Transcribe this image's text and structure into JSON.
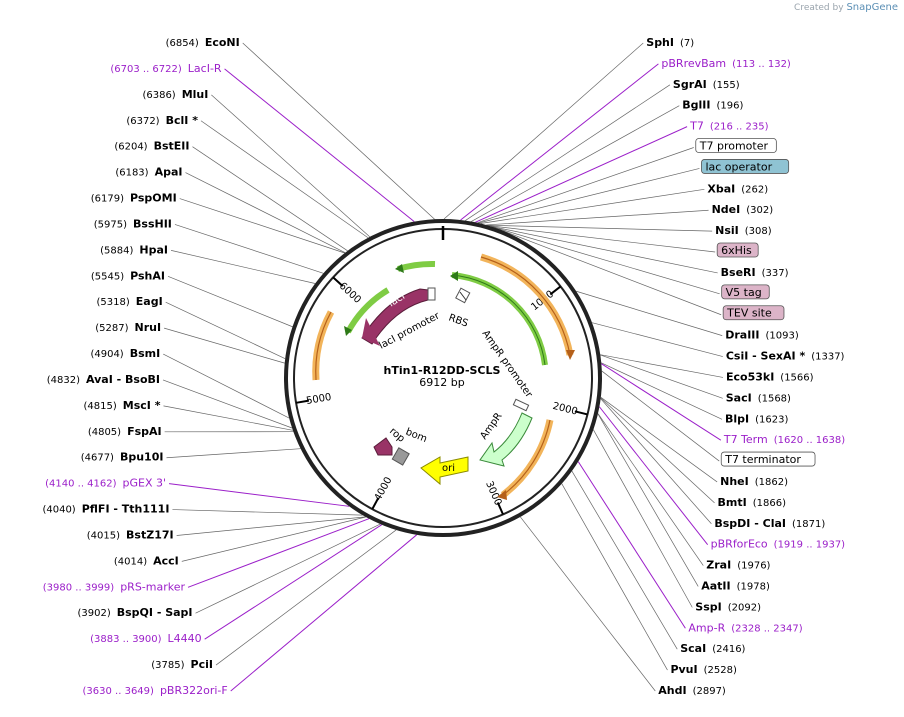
{
  "credit": {
    "prefix": "Created by",
    "brand": "SnapGene"
  },
  "plasmid": {
    "name": "hTin1-R12DD-SCLS",
    "length_label": "6912 bp",
    "length": 6912
  },
  "ticks": [
    {
      "pos": 1000,
      "label": "1000"
    },
    {
      "pos": 2000,
      "label": "2000"
    },
    {
      "pos": 3000,
      "label": "3000"
    },
    {
      "pos": 4000,
      "label": "4000"
    },
    {
      "pos": 5000,
      "label": "5000"
    },
    {
      "pos": 6000,
      "label": "6000"
    }
  ],
  "labels": [
    {
      "kind": "enzyme",
      "name": "EcoNI",
      "pos": "(6854)",
      "site": 6854,
      "side": "L"
    },
    {
      "kind": "enzyme",
      "name": "SphI",
      "pos": "(7)",
      "site": 7,
      "side": "R"
    },
    {
      "kind": "primer",
      "name": "LacI-R",
      "pos": "(6703 .. 6722)",
      "site": 6712,
      "side": "L"
    },
    {
      "kind": "primer",
      "name": "pBRrevBam",
      "pos": "(113 .. 132)",
      "site": 122,
      "side": "R"
    },
    {
      "kind": "enzyme",
      "name": "MluI",
      "pos": "(6386)",
      "site": 6386,
      "side": "L"
    },
    {
      "kind": "enzyme",
      "name": "BclI *",
      "pos": "(6372)",
      "site": 6372,
      "side": "L"
    },
    {
      "kind": "enzyme",
      "name": "SgrAI",
      "pos": "(155)",
      "site": 155,
      "side": "R"
    },
    {
      "kind": "enzyme",
      "name": "BglII",
      "pos": "(196)",
      "site": 196,
      "side": "R"
    },
    {
      "kind": "enzyme",
      "name": "BstEII",
      "pos": "(6204)",
      "site": 6204,
      "side": "L"
    },
    {
      "kind": "enzyme",
      "name": "ApaI",
      "pos": "(6183)",
      "site": 6183,
      "side": "L"
    },
    {
      "kind": "enzyme",
      "name": "PspOMI",
      "pos": "(6179)",
      "site": 6179,
      "side": "L"
    },
    {
      "kind": "primer",
      "name": "T7",
      "pos": "(216 .. 235)",
      "site": 225,
      "side": "R"
    },
    {
      "kind": "feature",
      "name": "T7 promoter",
      "pos": "",
      "site": 240,
      "side": "R",
      "color": "#ffffff"
    },
    {
      "kind": "feature",
      "name": "lac operator",
      "pos": "",
      "site": 248,
      "side": "R",
      "color": "#8fc3d3"
    },
    {
      "kind": "enzyme",
      "name": "BssHII",
      "pos": "(5975)",
      "site": 5975,
      "side": "L"
    },
    {
      "kind": "enzyme",
      "name": "XbaI",
      "pos": "(262)",
      "site": 262,
      "side": "R"
    },
    {
      "kind": "enzyme",
      "name": "NdeI",
      "pos": "(302)",
      "site": 302,
      "side": "R"
    },
    {
      "kind": "enzyme",
      "name": "HpaI",
      "pos": "(5884)",
      "site": 5884,
      "side": "L"
    },
    {
      "kind": "enzyme",
      "name": "NsiI",
      "pos": "(308)",
      "site": 308,
      "side": "R"
    },
    {
      "kind": "feature",
      "name": "6xHis",
      "pos": "",
      "site": 318,
      "side": "R",
      "color": "#dcb4c8"
    },
    {
      "kind": "enzyme",
      "name": "BseRI",
      "pos": "(337)",
      "site": 337,
      "side": "R"
    },
    {
      "kind": "feature",
      "name": "V5 tag",
      "pos": "",
      "site": 350,
      "side": "R",
      "color": "#dcb4c8"
    },
    {
      "kind": "feature",
      "name": "TEV site",
      "pos": "",
      "site": 380,
      "side": "R",
      "color": "#dcb4c8"
    },
    {
      "kind": "enzyme",
      "name": "PshAI",
      "pos": "(5545)",
      "site": 5545,
      "side": "L"
    },
    {
      "kind": "enzyme",
      "name": "DraIII",
      "pos": "(1093)",
      "site": 1093,
      "side": "R"
    },
    {
      "kind": "enzyme",
      "name": "CsiI  - SexAI *",
      "pos": "(1337)",
      "site": 1337,
      "side": "R"
    },
    {
      "kind": "enzyme",
      "name": "Eco53kI",
      "pos": "(1566)",
      "site": 1566,
      "side": "R"
    },
    {
      "kind": "enzyme",
      "name": "SacI",
      "pos": "(1568)",
      "site": 1568,
      "side": "R"
    },
    {
      "kind": "enzyme",
      "name": "EagI",
      "pos": "(5318)",
      "site": 5318,
      "side": "L"
    },
    {
      "kind": "enzyme",
      "name": "BlpI",
      "pos": "(1623)",
      "site": 1623,
      "side": "R"
    },
    {
      "kind": "enzyme",
      "name": "NruI",
      "pos": "(5287)",
      "site": 5287,
      "side": "L"
    },
    {
      "kind": "primer",
      "name": "T7 Term",
      "pos": "(1620 .. 1638)",
      "site": 1629,
      "side": "R"
    },
    {
      "kind": "feature",
      "name": "T7 terminator",
      "pos": "",
      "site": 1680,
      "side": "R",
      "color": "#ffffff"
    },
    {
      "kind": "enzyme",
      "name": "NheI",
      "pos": "(1862)",
      "site": 1862,
      "side": "R"
    },
    {
      "kind": "enzyme",
      "name": "BmtI",
      "pos": "(1866)",
      "site": 1866,
      "side": "R"
    },
    {
      "kind": "enzyme",
      "name": "BspDI  - ClaI",
      "pos": "(1871)",
      "site": 1871,
      "side": "R"
    },
    {
      "kind": "primer",
      "name": "pBRforEco",
      "pos": "(1919 .. 1937)",
      "site": 1928,
      "side": "R"
    },
    {
      "kind": "enzyme",
      "name": "BsmI",
      "pos": "(4904)",
      "site": 4904,
      "side": "L"
    },
    {
      "kind": "enzyme",
      "name": "ZraI",
      "pos": "(1976)",
      "site": 1976,
      "side": "R"
    },
    {
      "kind": "enzyme",
      "name": "AvaI  - BsoBI",
      "pos": "(4832)",
      "site": 4832,
      "side": "L"
    },
    {
      "kind": "enzyme",
      "name": "AatII",
      "pos": "(1978)",
      "site": 1978,
      "side": "R"
    },
    {
      "kind": "enzyme",
      "name": "MscI *",
      "pos": "(4815)",
      "site": 4815,
      "side": "L"
    },
    {
      "kind": "enzyme",
      "name": "SspI",
      "pos": "(2092)",
      "site": 2092,
      "side": "R"
    },
    {
      "kind": "enzyme",
      "name": "FspAI",
      "pos": "(4805)",
      "site": 4805,
      "side": "L"
    },
    {
      "kind": "enzyme",
      "name": "Bpu10I",
      "pos": "(4677)",
      "site": 4677,
      "side": "L"
    },
    {
      "kind": "primer",
      "name": "Amp-R",
      "pos": "(2328 .. 2347)",
      "site": 2337,
      "side": "R"
    },
    {
      "kind": "primer",
      "name": "pGEX 3'",
      "pos": "(4140 .. 4162)",
      "site": 4151,
      "side": "L"
    },
    {
      "kind": "enzyme",
      "name": "ScaI",
      "pos": "(2416)",
      "site": 2416,
      "side": "R"
    },
    {
      "kind": "enzyme",
      "name": "PflFI  - Tth111I",
      "pos": "(4040)",
      "site": 4040,
      "side": "L"
    },
    {
      "kind": "enzyme",
      "name": "BstZ17I",
      "pos": "(4015)",
      "site": 4015,
      "side": "L"
    },
    {
      "kind": "enzyme",
      "name": "PvuI",
      "pos": "(2528)",
      "site": 2528,
      "side": "R"
    },
    {
      "kind": "enzyme",
      "name": "AccI",
      "pos": "(4014)",
      "site": 4014,
      "side": "L"
    },
    {
      "kind": "primer",
      "name": "pRS-marker",
      "pos": "(3980 .. 3999)",
      "site": 3989,
      "side": "L"
    },
    {
      "kind": "enzyme",
      "name": "BspQI  - SapI",
      "pos": "(3902)",
      "site": 3902,
      "side": "L"
    },
    {
      "kind": "primer",
      "name": "L4440",
      "pos": "(3883 .. 3900)",
      "site": 3891,
      "side": "L"
    },
    {
      "kind": "enzyme",
      "name": "AhdI",
      "pos": "(2897)",
      "site": 2897,
      "side": "R"
    },
    {
      "kind": "enzyme",
      "name": "PciI",
      "pos": "(3785)",
      "site": 3785,
      "side": "L"
    },
    {
      "kind": "primer",
      "name": "pBR322ori-F",
      "pos": "(3630 .. 3649)",
      "site": 3639,
      "side": "L"
    }
  ],
  "inner_features": [
    {
      "name": "lacI",
      "color": "#993366"
    },
    {
      "name": "lacI promoter",
      "color": "#ffffff"
    },
    {
      "name": "RBS",
      "color": "#ffffff"
    },
    {
      "name": "AmpR promoter",
      "color": "#ffffff"
    },
    {
      "name": "AmpR",
      "color": "#ccffcc"
    },
    {
      "name": "ori",
      "color": "#ffff00"
    },
    {
      "name": "bom",
      "color": "#999999"
    },
    {
      "name": "rop",
      "color": "#993366"
    }
  ],
  "colors": {
    "enzyme": "#000000",
    "primer": "#9b1fc9",
    "orf_arc": "#f0a030",
    "green_arc": "#66bb33",
    "backbone": "#222222"
  }
}
